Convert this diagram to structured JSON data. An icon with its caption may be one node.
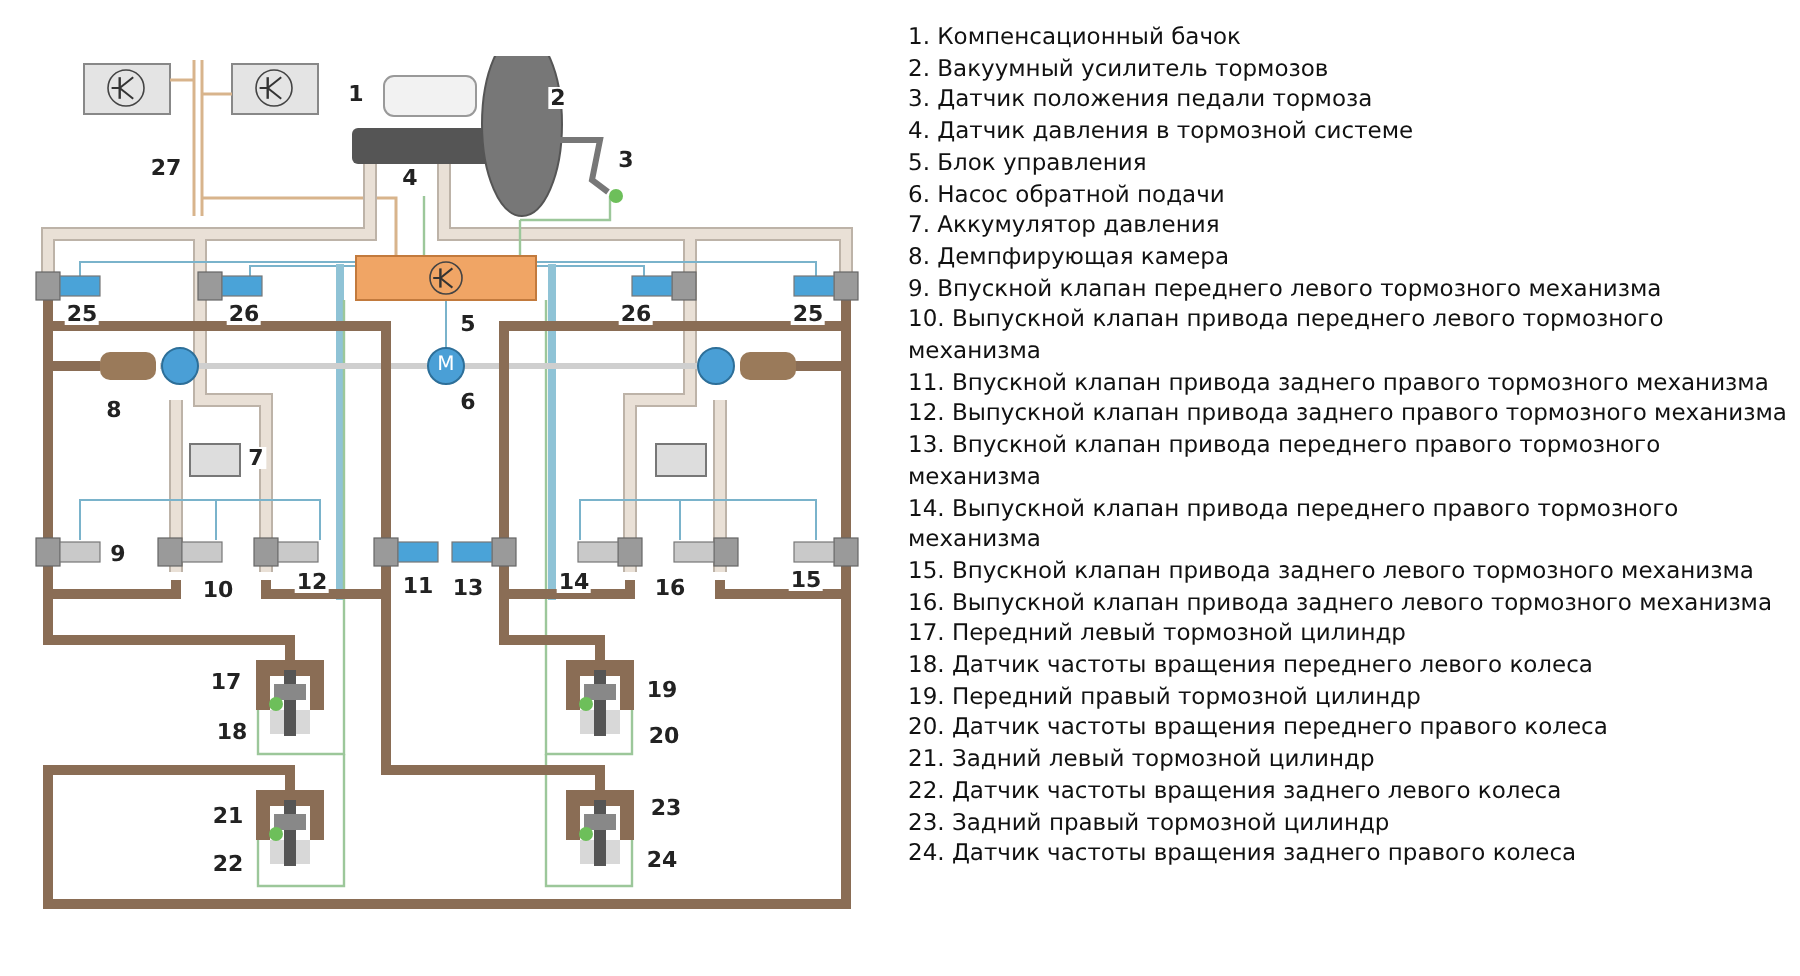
{
  "diagram": {
    "labels": [
      "1",
      "2",
      "3",
      "27",
      "4",
      "25",
      "26",
      "26",
      "25",
      "5",
      "M",
      "6",
      "8",
      "7",
      "9",
      "10",
      "12",
      "11",
      "13",
      "14",
      "16",
      "15",
      "17",
      "19",
      "18",
      "20",
      "21",
      "23",
      "22",
      "24",
      "1. Компенсационный бачок",
      "2. Вакуумный усилитель тормозов",
      "3. Датчик положения педали тормоза",
      "4. Датчик давления в тормозной системе",
      "5. Блок управления",
      "6. Насос обратной подачи",
      "7. Аккумулятор давления",
      "8. Демпфирующая камера",
      "9. Впускной клапан переднего левого тормозного механизма",
      "10. Выпускной клапан привода переднего левого тормозного механизма",
      "11. Впускной клапан привода заднего правого тормозного механизма",
      "12. Выпускной клапан привода заднего правого тормозного механизма",
      "13. Впускной клапан привода переднего правого тормозного механизма",
      "14. Выпускной клапан привода переднего правого тормозного механизма",
      "15. Впускной клапан привода заднего левого тормозного механизма",
      "16. Выпускной клапан привода заднего левого тормозного механизма",
      "17. Передний левый тормозной цилиндр",
      "18. Датчик частоты вращения переднего левого колеса",
      "19. Передний правый тормозной цилиндр",
      "20. Датчик частоты вращения переднего правого колеса",
      "21. Задний левый тормозной цилиндр",
      "22. Датчик частоты вращения заднего левого колеса",
      "23. Задний правый тормозной цилиндр",
      "24. Датчик частоты вращения заднего правого колеса"
    ]
  }
}
